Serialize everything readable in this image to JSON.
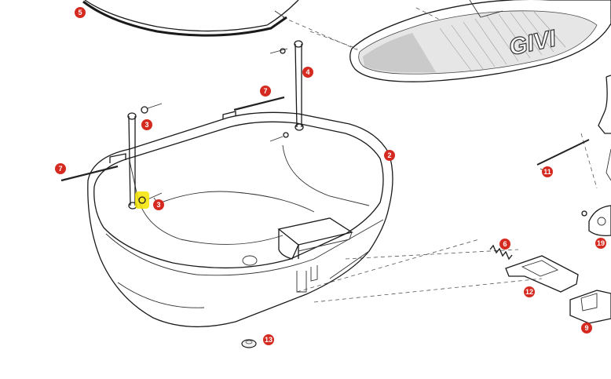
{
  "brand_logo": "GIVI",
  "colors": {
    "callout": "#d42a20",
    "highlight": "#f5e400",
    "line": "#1a1a1a"
  },
  "callouts": {
    "c5": "5",
    "c4": "4",
    "c7_upper": "7",
    "c3_upper": "3",
    "c2": "2",
    "c7_left": "7",
    "c3_lower": "3",
    "c11": "11",
    "c6": "6",
    "c19": "19",
    "c12": "12",
    "c9": "9",
    "c13": "13"
  }
}
